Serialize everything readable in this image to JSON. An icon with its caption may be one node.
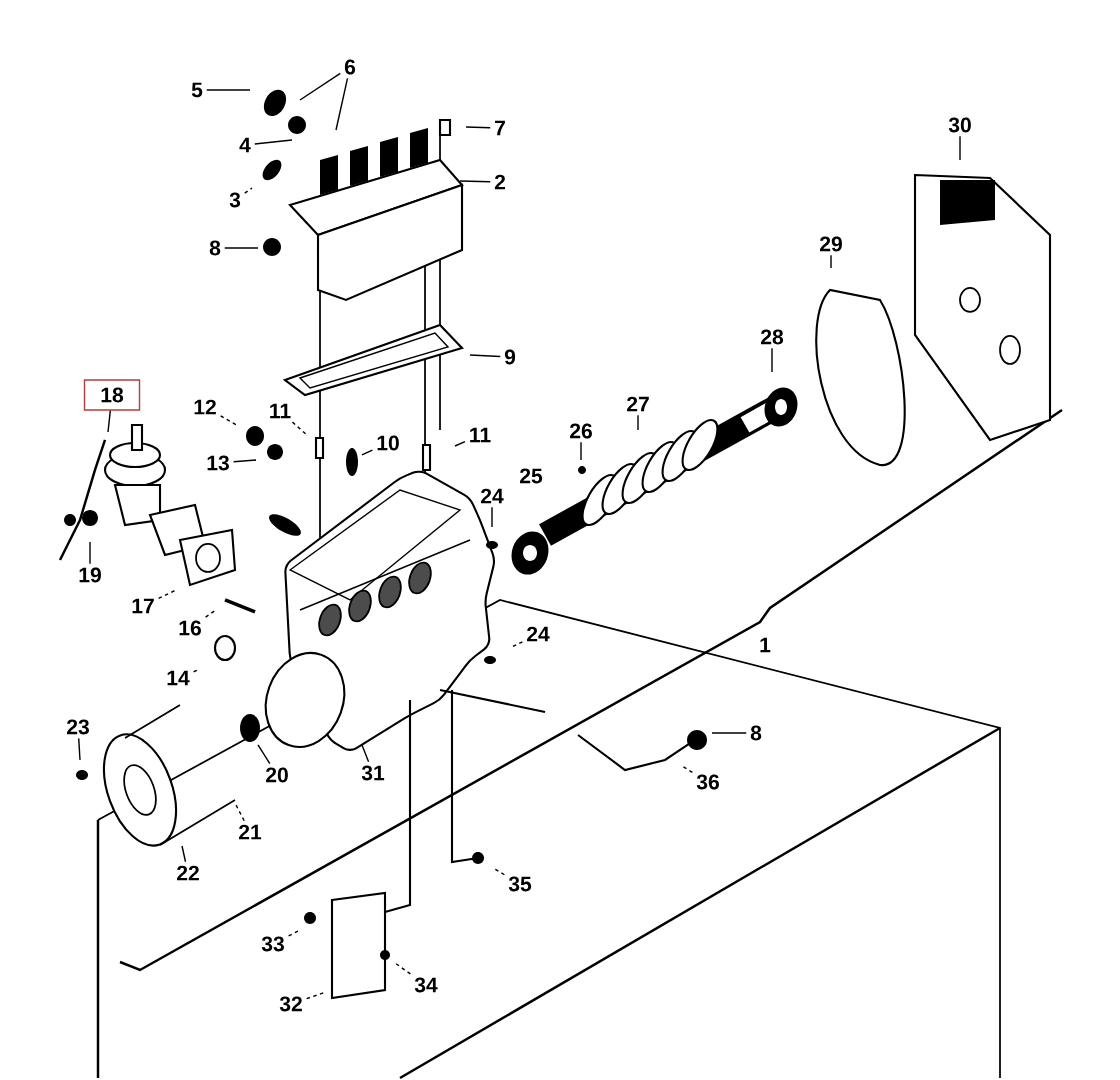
{
  "diagram": {
    "nodes": [
      {
        "text": [
          "5"
        ]
      },
      {
        "text": [
          "6"
        ]
      },
      {
        "text": [
          "4"
        ]
      },
      {
        "text": [
          "7"
        ]
      },
      {
        "text": [
          "2"
        ]
      },
      {
        "text": [
          "3"
        ]
      },
      {
        "text": [
          "8"
        ]
      },
      {
        "text": [
          "9"
        ]
      },
      {
        "text": [
          "18"
        ]
      },
      {
        "text": [
          "12"
        ]
      },
      {
        "text": [
          "11"
        ]
      },
      {
        "text": [
          "10"
        ]
      },
      {
        "text": [
          "11"
        ]
      },
      {
        "text": [
          "13"
        ]
      },
      {
        "text": [
          "19"
        ]
      },
      {
        "text": [
          "17"
        ]
      },
      {
        "text": [
          "16"
        ]
      },
      {
        "text": [
          "14"
        ]
      },
      {
        "text": [
          "28"
        ]
      },
      {
        "text": [
          "27"
        ]
      },
      {
        "text": [
          "26"
        ]
      },
      {
        "text": [
          "25"
        ]
      },
      {
        "text": [
          "24"
        ]
      },
      {
        "text": [
          "24"
        ]
      },
      {
        "text": [
          "1"
        ]
      },
      {
        "text": [
          "30"
        ]
      },
      {
        "text": [
          "29"
        ]
      },
      {
        "text": [
          "23"
        ]
      },
      {
        "text": [
          "20"
        ]
      },
      {
        "text": [
          "31"
        ]
      },
      {
        "text": [
          "8"
        ]
      },
      {
        "text": [
          "36"
        ]
      },
      {
        "text": [
          "21"
        ]
      },
      {
        "text": [
          "22"
        ]
      },
      {
        "text": [
          "35"
        ]
      },
      {
        "text": [
          "33"
        ]
      },
      {
        "text": [
          "34"
        ]
      },
      {
        "text": [
          "32"
        ]
      }
    ],
    "edges": [
      {
        "from": 0,
        "to": null,
        "arrow": "none"
      },
      {
        "from": 1,
        "to": null,
        "arrow": "none"
      },
      {
        "from": 1,
        "to": null,
        "arrow": "none"
      },
      {
        "from": 2,
        "to": null,
        "arrow": "none"
      },
      {
        "from": 3,
        "to": null,
        "arrow": "none"
      },
      {
        "from": 4,
        "to": null,
        "arrow": "none"
      },
      {
        "from": 5,
        "to": null,
        "arrow": "none",
        "style": "dashed"
      },
      {
        "from": 6,
        "to": null,
        "arrow": "none"
      },
      {
        "from": 7,
        "to": null,
        "arrow": "none"
      },
      {
        "from": 8,
        "to": null,
        "arrow": "none"
      },
      {
        "from": 9,
        "to": null,
        "arrow": "none",
        "style": "dashed"
      },
      {
        "from": 10,
        "to": null,
        "arrow": "none",
        "style": "dashed"
      },
      {
        "from": 11,
        "to": null,
        "arrow": "none"
      },
      {
        "from": 12,
        "to": null,
        "arrow": "none"
      },
      {
        "from": 13,
        "to": null,
        "arrow": "none"
      },
      {
        "from": 14,
        "to": null,
        "arrow": "none"
      },
      {
        "from": 15,
        "to": null,
        "arrow": "none",
        "style": "dashed"
      },
      {
        "from": 16,
        "to": null,
        "arrow": "none",
        "style": "dashed"
      },
      {
        "from": 17,
        "to": null,
        "arrow": "none",
        "style": "dashed"
      },
      {
        "from": 18,
        "to": null,
        "arrow": "none"
      },
      {
        "from": 19,
        "to": null,
        "arrow": "none"
      },
      {
        "from": 20,
        "to": null,
        "arrow": "none"
      },
      {
        "from": 22,
        "to": null,
        "arrow": "none"
      },
      {
        "from": 23,
        "to": null,
        "arrow": "none",
        "style": "dashed"
      },
      {
        "from": 25,
        "to": null,
        "arrow": "none"
      },
      {
        "from": 26,
        "to": null,
        "arrow": "none"
      },
      {
        "from": 27,
        "to": null,
        "arrow": "none"
      },
      {
        "from": 28,
        "to": null,
        "arrow": "none"
      },
      {
        "from": 29,
        "to": null,
        "arrow": "none"
      },
      {
        "from": 30,
        "to": null,
        "arrow": "none"
      },
      {
        "from": 31,
        "to": null,
        "arrow": "none",
        "style": "dashed"
      },
      {
        "from": 32,
        "to": null,
        "arrow": "none",
        "style": "dashed"
      },
      {
        "from": 33,
        "to": null,
        "arrow": "none"
      },
      {
        "from": 34,
        "to": null,
        "arrow": "none",
        "style": "dashed"
      },
      {
        "from": 35,
        "to": null,
        "arrow": "none",
        "style": "dashed"
      },
      {
        "from": 36,
        "to": null,
        "arrow": "none",
        "style": "dashed"
      },
      {
        "from": 37,
        "to": null,
        "arrow": "none",
        "style": "dashed"
      }
    ]
  }
}
